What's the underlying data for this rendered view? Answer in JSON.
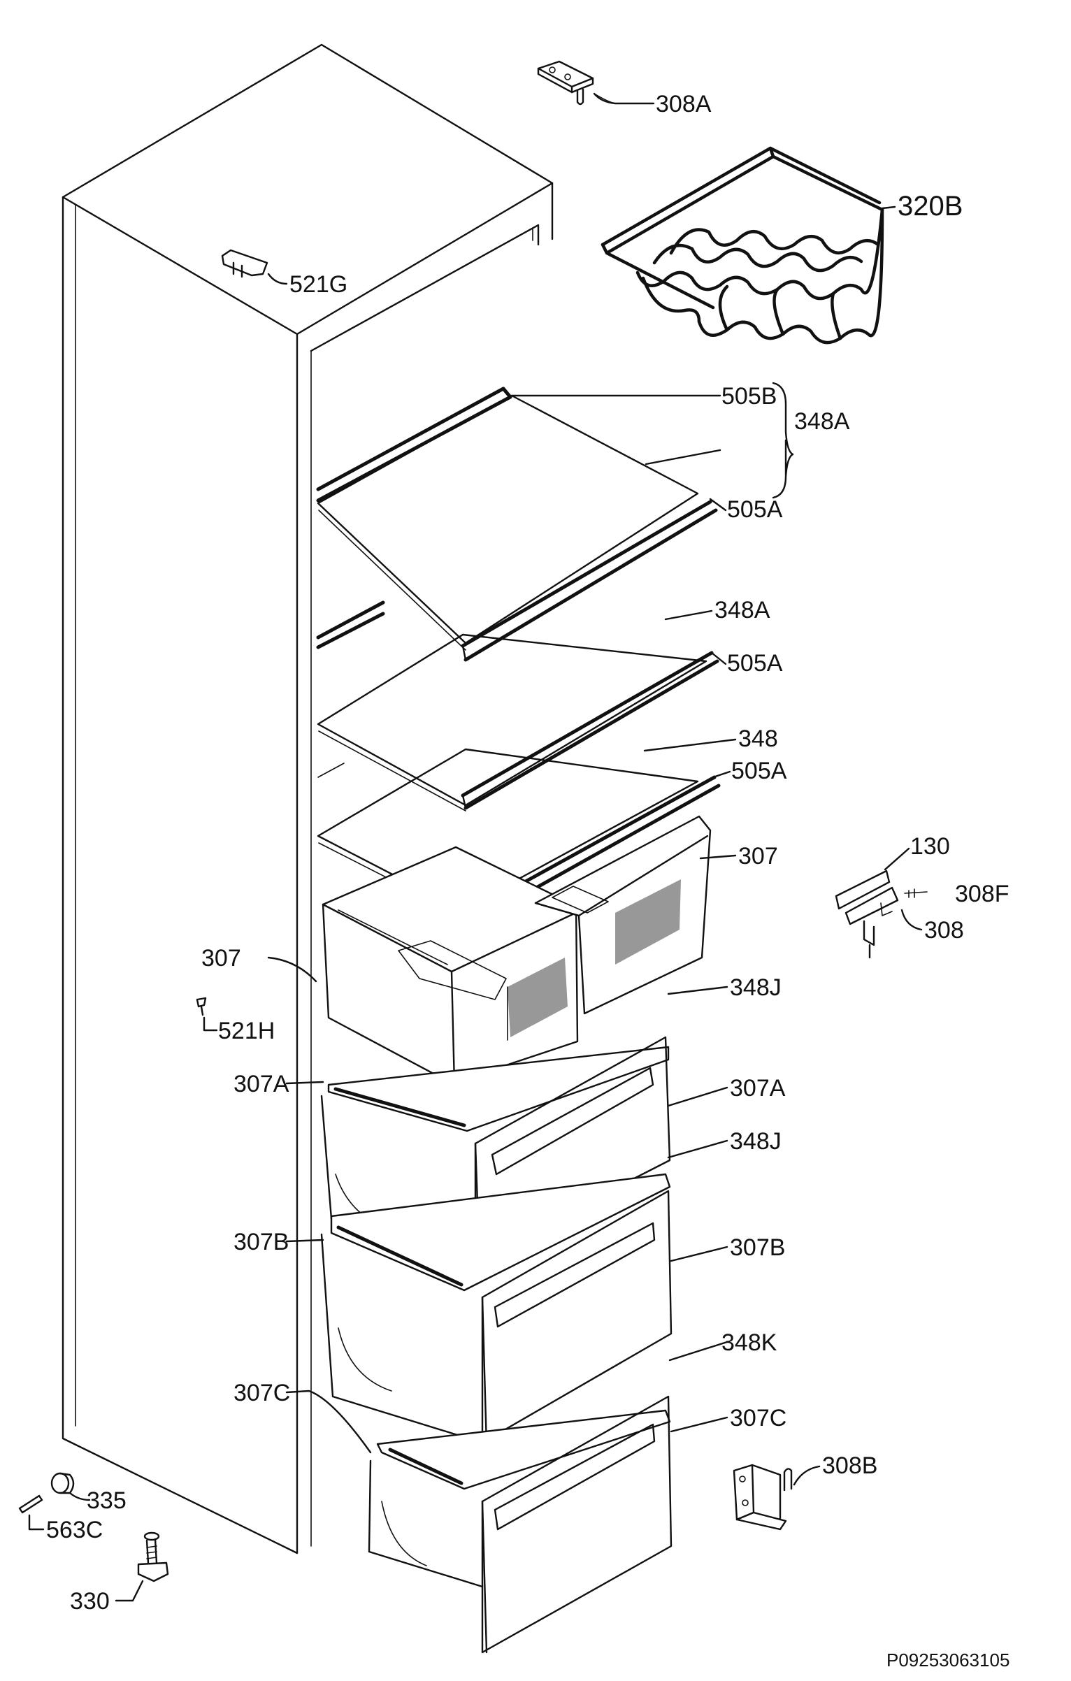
{
  "diagram": {
    "labels": {
      "l_308A": "308A",
      "l_320B": "320B",
      "l_521G": "521G",
      "l_505B": "505B",
      "l_348A_top": "348A",
      "l_505A_1": "505A",
      "l_348A_2": "348A",
      "l_505A_2": "505A",
      "l_348": "348",
      "l_505A_3": "505A",
      "l_307_right": "307",
      "l_130": "130",
      "l_308F": "308F",
      "l_308": "308",
      "l_307_left": "307",
      "l_348J_1": "348J",
      "l_521H": "521H",
      "l_307A_left": "307A",
      "l_307A_right": "307A",
      "l_348J_2": "348J",
      "l_307B_left": "307B",
      "l_307B_right": "307B",
      "l_348K": "348K",
      "l_307C_left": "307C",
      "l_307C_right": "307C",
      "l_308B": "308B",
      "l_335": "335",
      "l_563C": "563C",
      "l_330": "330"
    },
    "drawing_code": "P09253063105"
  }
}
